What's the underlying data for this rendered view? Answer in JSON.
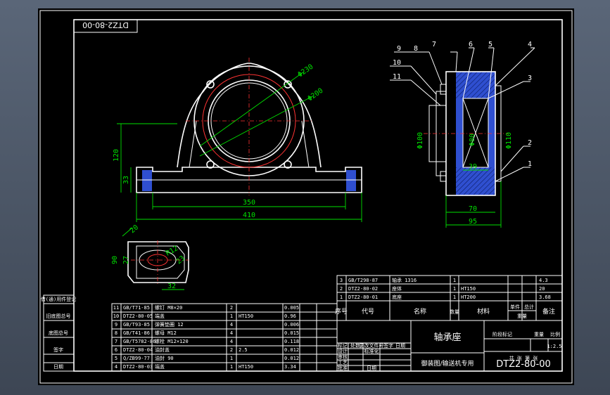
{
  "drawing": {
    "code_rotated": "DTZ2-80-00",
    "title": "轴承座",
    "subtitle": "御装图/输送机专用",
    "drawing_no": "DTZ2-80-00",
    "scale": "1:2.5"
  },
  "dims": {
    "front": {
      "d230": "Φ230",
      "d200": "Φ200",
      "h120": "120",
      "h33": "33",
      "w350": "350",
      "w410": "410"
    },
    "side": {
      "d100": "Φ100",
      "d80": "Φ80",
      "d110": "Φ110",
      "w39": "39",
      "w70": "70",
      "w95": "95"
    },
    "detail": {
      "w32": "32",
      "h90": "90",
      "h27": "27",
      "r12": "R12",
      "n20": "20",
      "n23": "23"
    }
  },
  "balloons": [
    "9",
    "8",
    "7",
    "6",
    "5",
    "4",
    "3",
    "2",
    "1",
    "10",
    "11"
  ],
  "bom_upper": {
    "rows": [
      [
        "3",
        "GB/T298-87",
        "轴承 1316",
        "1",
        "",
        "4.3"
      ],
      [
        "2",
        "DTZ2-80-02",
        "座体",
        "1",
        "HT150",
        "20"
      ],
      [
        "1",
        "DTZ2-80-01",
        "底座",
        "1",
        "HT200",
        "3.68"
      ]
    ],
    "header": [
      "序号",
      "代号",
      "名称",
      "数量",
      "材料",
      "单件",
      "总计",
      "备注"
    ],
    "weight_label": "重量"
  },
  "bom_lower": {
    "rows": [
      [
        "11",
        "GB/T71-85",
        "螺钉 M8×20",
        "2",
        "",
        "0.005"
      ],
      [
        "10",
        "DTZ2-80-05",
        "端盖",
        "1",
        "HT150",
        "0.96"
      ],
      [
        "9",
        "GB/T93-85",
        "弹簧垫圈 12",
        "4",
        "",
        "0.006"
      ],
      [
        "8",
        "GB/T41-86",
        "螺母 M12",
        "4",
        "",
        "0.015"
      ],
      [
        "7",
        "GB/T5782-86",
        "螺栓 M12×120",
        "4",
        "",
        "0.118"
      ],
      [
        "6",
        "DTZ2-80-04",
        "油封盖",
        "2",
        "2.5",
        "0.012"
      ],
      [
        "5",
        "Q/ZB99-77",
        "油封 90",
        "1",
        "",
        "0.012"
      ],
      [
        "4",
        "DTZ2-80-03",
        "端盖",
        "1",
        "HT150",
        "3.34"
      ]
    ]
  },
  "title_block": {
    "labels": [
      "标记",
      "处数",
      "更改文件号",
      "签字",
      "日期"
    ],
    "labels2": [
      "设计",
      "标准化",
      "审核",
      "工艺",
      "日期",
      "批准"
    ],
    "stage_labels": [
      "阶段标记",
      "重量",
      "比例"
    ],
    "sheet": "共 张 第 张"
  },
  "left_strip": [
    "借(通)用件登记",
    "旧底图总号",
    "底图总号",
    "签字",
    "日期"
  ]
}
